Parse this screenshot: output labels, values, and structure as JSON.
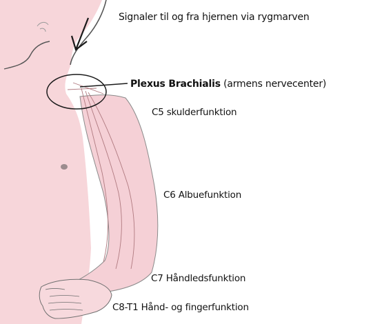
{
  "title": "Signaler til og fra hjernen via rygmarven",
  "plexus": {
    "bold": "Plexus Brachialis",
    "note": "(armens nervecenter)"
  },
  "segments": [
    {
      "label": "C5 skulderfunktion"
    },
    {
      "label": "C6 Albuefunktion"
    },
    {
      "label": "C7 Håndledsfunktion"
    },
    {
      "label": "C8-T1 Hånd- og fingerfunktion"
    }
  ],
  "colors": {
    "skin": "#f7d6da",
    "skin_dark": "#efc3c9",
    "ink": "#222222",
    "nerve": "#b07a80"
  }
}
